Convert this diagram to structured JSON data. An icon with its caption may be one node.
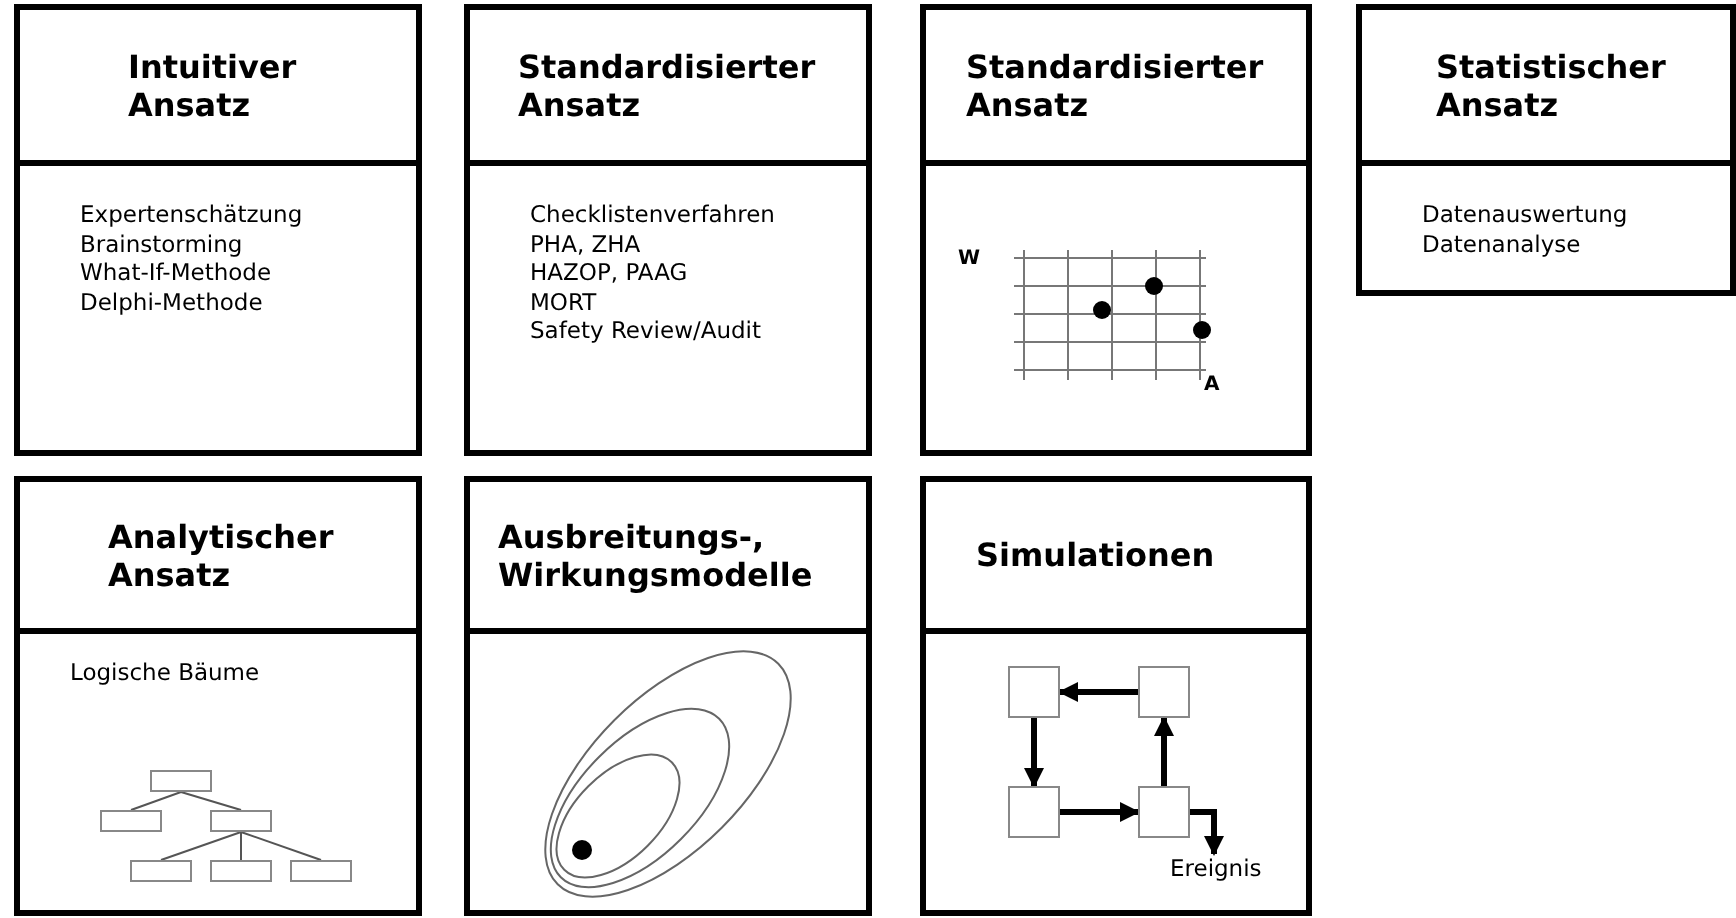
{
  "diagram": {
    "nodes": [
      {
        "text": [
          "Intuitiver Ansatz",
          "Expertenschätzung",
          "Brainstorming",
          "What-If-Methode",
          "Delphi-Methode"
        ]
      },
      {
        "text": [
          "Standardisierter Ansatz",
          "Checklistenverfahren",
          "PHA, ZHA",
          "HAZOP, PAAG",
          "MORT",
          "Safety Review/Audit"
        ]
      },
      {
        "text": [
          "Standardisierter Ansatz"
        ]
      },
      {
        "text": [
          "Statistischer Ansatz",
          "Datenauswertung",
          "Datenanalyse"
        ]
      },
      {
        "text": [
          "Analytischer Ansatz",
          "Logische Bäume"
        ]
      },
      {
        "text": [],
        "shape": "box",
        "in": 4
      },
      {
        "text": [],
        "shape": "box",
        "in": 4
      },
      {
        "text": [],
        "shape": "box",
        "in": 4
      },
      {
        "text": [],
        "shape": "box",
        "in": 4
      },
      {
        "text": [],
        "shape": "box",
        "in": 4
      },
      {
        "text": [],
        "shape": "box",
        "in": 4
      },
      {
        "text": [
          "Ausbreitungs-, Wirkungsmodelle"
        ]
      },
      {
        "text": [
          "Simulationen"
        ]
      },
      {
        "text": [],
        "shape": "box",
        "in": 12
      },
      {
        "text": [],
        "shape": "box",
        "in": 12
      },
      {
        "text": [],
        "shape": "box",
        "in": 12
      },
      {
        "text": [],
        "shape": "box",
        "in": 12
      },
      {
        "text": [
          "Ereignis"
        ],
        "in": 12
      }
    ],
    "edges": [
      {
        "from": 5,
        "to": 6,
        "arrow": "none"
      },
      {
        "from": 5,
        "to": 7,
        "arrow": "none"
      },
      {
        "from": 7,
        "to": 8,
        "arrow": "none"
      },
      {
        "from": 7,
        "to": 9,
        "arrow": "none"
      },
      {
        "from": 7,
        "to": 10,
        "arrow": "none"
      },
      {
        "from": 14,
        "to": 13,
        "arrow": "to",
        "style": "thick"
      },
      {
        "from": 13,
        "to": 15,
        "arrow": "to",
        "style": "thick"
      },
      {
        "from": 15,
        "to": 16,
        "arrow": "to",
        "style": "thick"
      },
      {
        "from": 16,
        "to": 14,
        "arrow": "to",
        "style": "thick"
      },
      {
        "from": 16,
        "to": 17,
        "arrow": "to",
        "style": "thick"
      }
    ],
    "labels": [
      "W",
      "A"
    ]
  }
}
